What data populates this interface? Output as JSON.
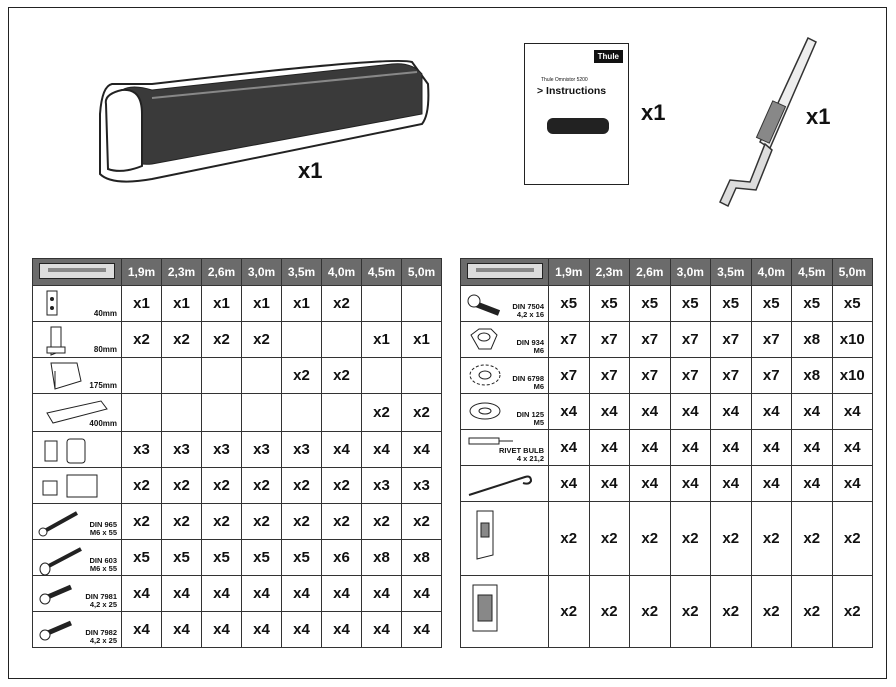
{
  "top_items": {
    "awning_qty": "x1",
    "manual": {
      "brand": "Thule",
      "small_text": "Thule Omnistor 5200",
      "title": "> Instructions",
      "qty": "x1"
    },
    "crank_qty": "x1"
  },
  "left_table": {
    "headers": [
      "1,9m",
      "2,3m",
      "2,6m",
      "3,0m",
      "3,5m",
      "4,0m",
      "4,5m",
      "5,0m"
    ],
    "rows": [
      {
        "icon": "bracket-40-icon",
        "label": [
          "40mm"
        ],
        "values": [
          "x1",
          "x1",
          "x1",
          "x1",
          "x1",
          "x2",
          "",
          ""
        ]
      },
      {
        "icon": "bracket-80-icon",
        "label": [
          "80mm"
        ],
        "values": [
          "x2",
          "x2",
          "x2",
          "x2",
          "",
          "",
          "x1",
          "x1"
        ]
      },
      {
        "icon": "bracket-175-icon",
        "label": [
          "175mm"
        ],
        "values": [
          "",
          "",
          "",
          "",
          "x2",
          "x2",
          "",
          ""
        ]
      },
      {
        "icon": "bracket-400-icon",
        "label": [
          "400mm"
        ],
        "values": [
          "",
          "",
          "",
          "",
          "",
          "",
          "x2",
          "x2"
        ]
      },
      {
        "icon": "clip-pair-icon",
        "label": [],
        "values": [
          "x3",
          "x3",
          "x3",
          "x3",
          "x3",
          "x4",
          "x4",
          "x4"
        ]
      },
      {
        "icon": "block-pair-icon",
        "label": [],
        "values": [
          "x2",
          "x2",
          "x2",
          "x2",
          "x2",
          "x2",
          "x3",
          "x3"
        ]
      },
      {
        "icon": "bolt-din965-icon",
        "label": [
          "DIN 965",
          "M6 x 55"
        ],
        "values": [
          "x2",
          "x2",
          "x2",
          "x2",
          "x2",
          "x2",
          "x2",
          "x2"
        ]
      },
      {
        "icon": "bolt-din603-icon",
        "label": [
          "DIN 603",
          "M6 x 55"
        ],
        "values": [
          "x5",
          "x5",
          "x5",
          "x5",
          "x5",
          "x6",
          "x8",
          "x8"
        ]
      },
      {
        "icon": "screw-din7981-icon",
        "label": [
          "DIN 7981",
          "4,2 x 25"
        ],
        "values": [
          "x4",
          "x4",
          "x4",
          "x4",
          "x4",
          "x4",
          "x4",
          "x4"
        ]
      },
      {
        "icon": "screw-din7982-icon",
        "label": [
          "DIN 7982",
          "4,2 x 25"
        ],
        "values": [
          "x4",
          "x4",
          "x4",
          "x4",
          "x4",
          "x4",
          "x4",
          "x4"
        ]
      }
    ]
  },
  "right_table": {
    "headers": [
      "1,9m",
      "2,3m",
      "2,6m",
      "3,0m",
      "3,5m",
      "4,0m",
      "4,5m",
      "5,0m"
    ],
    "rows": [
      {
        "icon": "screw-din7504-icon",
        "label": [
          "DIN 7504",
          "4,2 x 16"
        ],
        "values": [
          "x5",
          "x5",
          "x5",
          "x5",
          "x5",
          "x5",
          "x5",
          "x5"
        ]
      },
      {
        "icon": "nut-din934-icon",
        "label": [
          "DIN 934",
          "M6"
        ],
        "values": [
          "x7",
          "x7",
          "x7",
          "x7",
          "x7",
          "x7",
          "x8",
          "x10"
        ]
      },
      {
        "icon": "washer-din6798-icon",
        "label": [
          "DIN 6798",
          "M6"
        ],
        "values": [
          "x7",
          "x7",
          "x7",
          "x7",
          "x7",
          "x7",
          "x8",
          "x10"
        ]
      },
      {
        "icon": "washer-din125-icon",
        "label": [
          "DIN 125",
          "M5"
        ],
        "values": [
          "x4",
          "x4",
          "x4",
          "x4",
          "x4",
          "x4",
          "x4",
          "x4"
        ]
      },
      {
        "icon": "rivet-bulb-icon",
        "label": [
          "RIVET BULB",
          "4 x 21,2"
        ],
        "values": [
          "x4",
          "x4",
          "x4",
          "x4",
          "x4",
          "x4",
          "x4",
          "x4"
        ]
      },
      {
        "icon": "hook-icon",
        "label": [],
        "values": [
          "x4",
          "x4",
          "x4",
          "x4",
          "x4",
          "x4",
          "x4",
          "x4"
        ]
      },
      {
        "icon": "holder-clip-icon",
        "label": [],
        "values": [
          "x2",
          "x2",
          "x2",
          "x2",
          "x2",
          "x2",
          "x2",
          "x2"
        ]
      },
      {
        "icon": "holder-block-icon",
        "label": [],
        "values": [
          "x2",
          "x2",
          "x2",
          "x2",
          "x2",
          "x2",
          "x2",
          "x2"
        ]
      }
    ]
  }
}
